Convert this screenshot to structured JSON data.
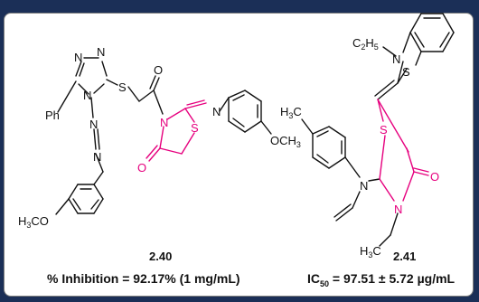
{
  "compounds": [
    {
      "id": "2.40",
      "activity": "% Inhibition = 92.17% (1 mg/mL)",
      "atom_labels": {
        "n1": "N",
        "n2": "N",
        "n3": "N",
        "n4": "N",
        "n5": "N",
        "n6": "N",
        "s1": "S",
        "o1": "O",
        "s2": "S",
        "o2": "O",
        "ph": "Ph",
        "ome_right": "OCH",
        "ome_right_sub": "3",
        "ome_left": "H",
        "ome_left_sub": "3",
        "ome_left_tail": "CO"
      }
    },
    {
      "id": "2.41",
      "activity_prefix": "IC",
      "activity_sub": "50",
      "activity_value": " = 97.51 ± 5.72 µg/mL",
      "atom_labels": {
        "et_c": "C",
        "et_c_sub": "2",
        "et_h": "H",
        "et_h_sub": "5",
        "n_bt": "N",
        "s_bt": "S",
        "s_ring": "S",
        "o_ring": "O",
        "n_ring": "N",
        "n_amine": "N",
        "me_h": "H",
        "me_sub": "3",
        "me_c": "C",
        "h3c_bot": "H",
        "h3c_bot_sub": "3",
        "h3c_bot_c": "C"
      }
    }
  ],
  "colors": {
    "highlight": "#e6007e",
    "frame_bg": "#1b2f57",
    "panel_bg": "#ffffff"
  }
}
